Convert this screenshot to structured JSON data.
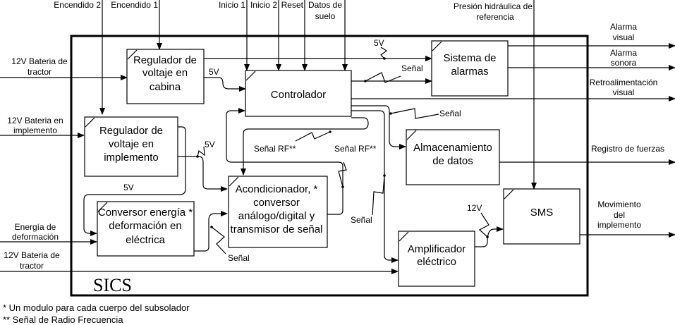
{
  "diagram": {
    "system_name": "SICS",
    "top_inputs": {
      "encendido2": "Encendido  2",
      "encendido1": "Encendido 1",
      "inicio1": "Inicio 1",
      "inicio2": "Inicio 2",
      "reset": "Reset",
      "datos_suelo_l1": "Datos de",
      "datos_suelo_l2": "suelo",
      "presion_l1": "Presión hidráulica de",
      "presion_l2": "referencia"
    },
    "left_inputs": {
      "bat_tractor_l1": "12V Bateria de",
      "bat_tractor_l2": "tractor",
      "bat_impl_l1": "12V Bateria en",
      "bat_impl_l2": "implemento",
      "energia_l1": "Energía de",
      "energia_l2": "deformación",
      "bat_tractor2_l1": "12V Bateria de",
      "bat_tractor2_l2": "tractor"
    },
    "right_outputs": {
      "alarma_visual_l1": "Alarma",
      "alarma_visual_l2": "visual",
      "alarma_sonora_l1": "Alarma",
      "alarma_sonora_l2": "sonora",
      "retro_l1": "Retroalimentación",
      "retro_l2": "visual",
      "registro": "Registro de fuerzas",
      "mov_l1": "Movimiento",
      "mov_l2": "del",
      "mov_l3": "implemento"
    },
    "blocks": {
      "reg_cabina": [
        "Regulador de",
        "voltaje en",
        "cabina"
      ],
      "controlador": [
        "Controlador"
      ],
      "alarmas": [
        "Sistema de",
        "alarmas"
      ],
      "reg_impl": [
        "Regulador de",
        "voltaje en",
        "implemento"
      ],
      "almacenamiento": [
        "Almacenamiento",
        "de datos"
      ],
      "acondicionador": [
        "Acondicionador, *",
        "conversor",
        "análogo/digital y",
        "transmisor de señal"
      ],
      "conversor": [
        "Conversor energía *",
        "deformación en",
        "eléctrica"
      ],
      "sms": [
        "SMS"
      ],
      "amplificador": [
        "Amplificador",
        "eléctrico"
      ]
    },
    "signal_labels": {
      "v5_a": "5V",
      "v5_b": "5V",
      "v5_c": "5V",
      "v5_d": "5V",
      "v12": "12V",
      "senal_alarm": "Señal",
      "senal_alm": "Señal",
      "senal_rf1": "Señal RF**",
      "senal_rf2": "Señal RF**",
      "senal_amp": "Señal",
      "senal_conv": "Señal"
    },
    "footnotes": {
      "one": "* Un modulo para cada cuerpo del subsolador",
      "two": "** Señal de Radio Frecuencia"
    }
  }
}
